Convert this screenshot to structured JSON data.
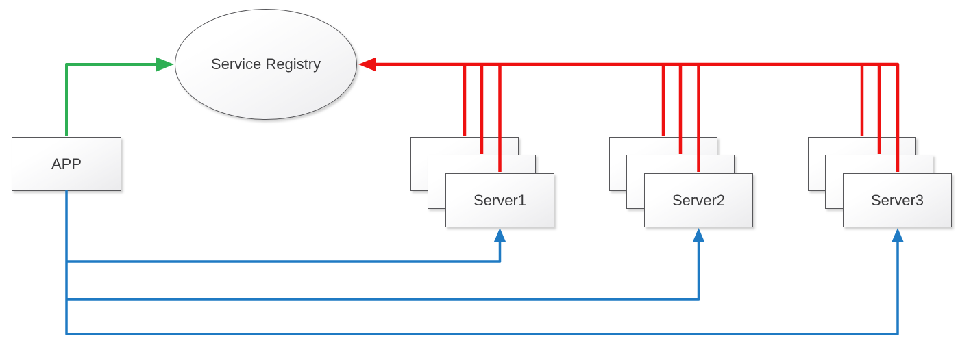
{
  "diagram": {
    "registry": {
      "label": "Service Registry"
    },
    "app": {
      "label": "APP"
    },
    "server_groups": [
      {
        "label": "Server1"
      },
      {
        "label": "Server2"
      },
      {
        "label": "Server3"
      }
    ],
    "colors": {
      "register_red": "#ee1111",
      "lookup_green": "#2eaf54",
      "invoke_blue": "#1f7ac3"
    }
  }
}
